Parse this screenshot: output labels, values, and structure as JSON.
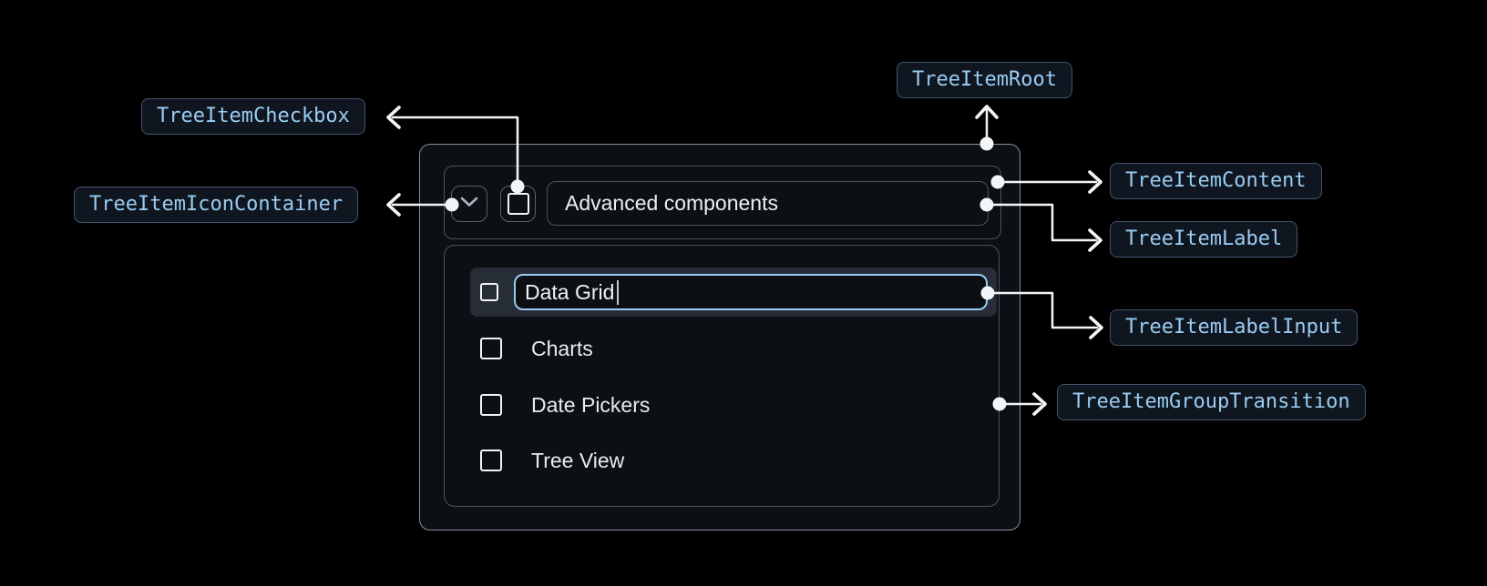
{
  "anatomy": {
    "chips": {
      "root": "TreeItemRoot",
      "content": "TreeItemContent",
      "icon_container": "TreeItemIconContainer",
      "checkbox": "TreeItemCheckbox",
      "label": "TreeItemLabel",
      "label_input": "TreeItemLabelInput",
      "group_transition": "TreeItemGroupTransition"
    },
    "tree": {
      "parent": {
        "label": "Advanced components"
      },
      "editing_item": {
        "value": "Data Grid"
      },
      "children": [
        "Charts",
        "Date Pickers",
        "Tree View"
      ]
    },
    "icons": {
      "expand": "chevron-down",
      "checkbox": "square-unchecked"
    },
    "colors": {
      "background": "#000000",
      "chip_text": "#99CCF3",
      "chip_bg": "#10161F",
      "chip_border": "#44536A",
      "wire": "#F3F6F9",
      "input_border": "#99CCF3",
      "row_highlight": "#272D36",
      "component_bg": "#0C0F13",
      "root_border": "#8A919B",
      "inner_border": "#4D545D"
    }
  }
}
